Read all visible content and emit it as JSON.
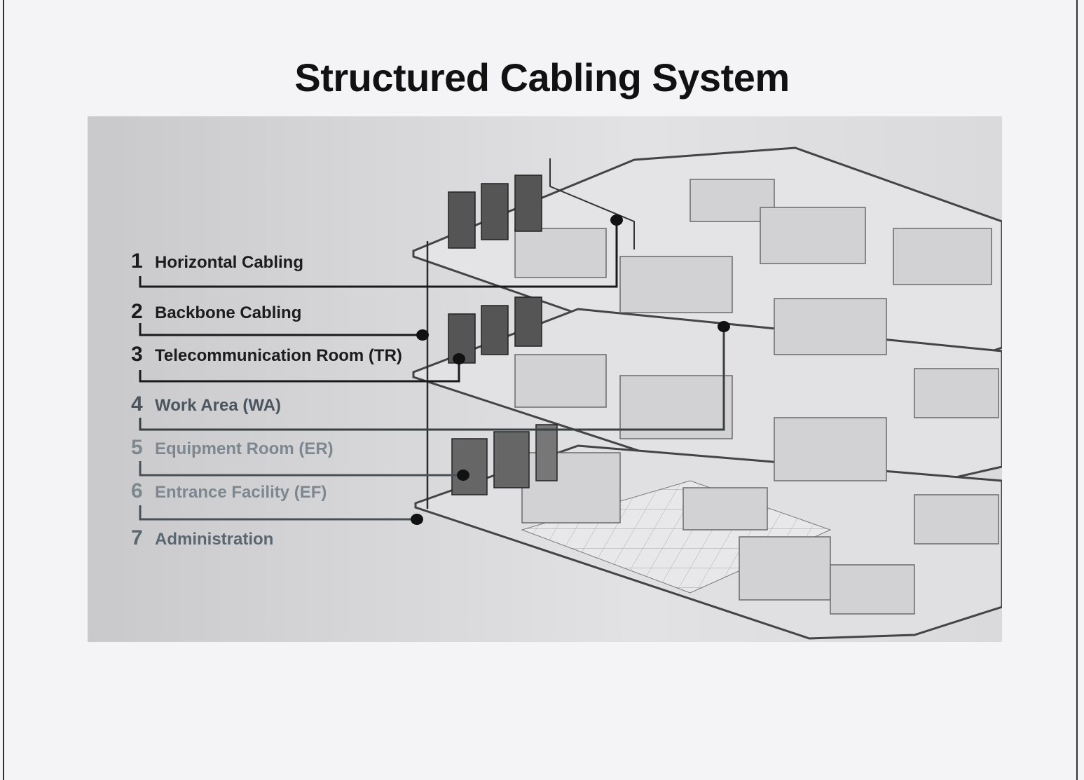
{
  "title": "Structured Cabling System",
  "legend": [
    {
      "num": "1",
      "label": "Horizontal Cabling",
      "color": "#1c1c1c"
    },
    {
      "num": "2",
      "label": "Backbone Cabling",
      "color": "#1c1c1c"
    },
    {
      "num": "3",
      "label": "Telecommunication Room (TR)",
      "color": "#1c1c1c"
    },
    {
      "num": "4",
      "label": "Work Area (WA)",
      "color": "#4a5560"
    },
    {
      "num": "5",
      "label": "Equipment Room (ER)",
      "color": "#7d8790"
    },
    {
      "num": "6",
      "label": "Entrance Facility (EF)",
      "color": "#7d8790"
    },
    {
      "num": "7",
      "label": "Administration",
      "color": "#5a6670"
    }
  ],
  "colors": {
    "cable": "#1a1a1a",
    "floor": "#e6e6e8",
    "wall": "#bdbdc0",
    "outline": "#555555"
  }
}
